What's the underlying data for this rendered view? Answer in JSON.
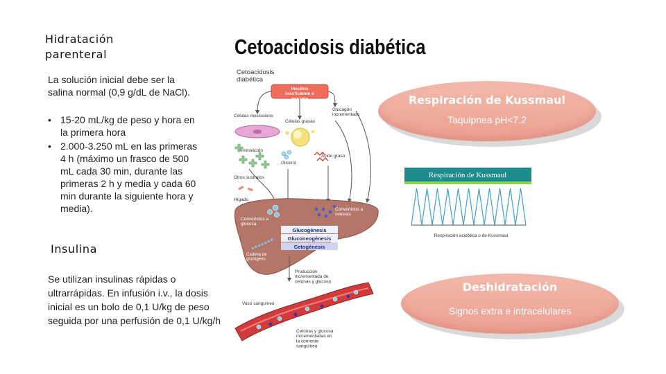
{
  "left": {
    "heading_hidratacion": "Hidratación parenteral",
    "solucion_inicial": "La solución inicial debe ser la salina normal (0,9 g/dL de NaCl).",
    "bullets": [
      "15-20 mL/kg de peso y hora en la primera hora",
      "2.000-3.250 mL en las primeras 4 h (máximo un frasco de  500 mL cada 30 min, durante las primeras 2 h y media y cada 60 min durante la siguiente hora y media)."
    ],
    "heading_insulina": "Insulina",
    "insulina_text": "Se utilizan insulinas rápidas o ultrarrápidas. En infusión i.v., la dosis inicial es un bolo de 0,1 U/kg de peso seguida por una perfusión de 0,1 U/kg/h"
  },
  "title": "Cetoacidosis diabética",
  "diagram": {
    "title": "Cetoacidosis diabética",
    "insulina_box": "Insulina insuficiente o ausente",
    "celulas_musculares": "Células musculares",
    "celulas_grasas": "Células grasas",
    "glucagon": "Glucagón incrementado",
    "aminoacido": "Aminoácido",
    "glicerol": "Glicerol",
    "acido_graso": "Ácido graso",
    "otros_sustratos": "Otros sustratos",
    "higado": "Hígado",
    "convertidos_glucosa": "Convertidos a glucosa",
    "convertidos_cetonas": "Convertidos a cetonas",
    "glucogenesis": "Glucogénesis",
    "gluconeogenesis": "Gluconeogénesis",
    "cetogenesis": "Cetogénesis",
    "cadena_glucogeno": "Cadena de glucógeno",
    "produccion": "Producción incrementada de cetonas y glucosa",
    "vaso": "Vaso sanguíneo",
    "cetonas_glucosa": "Cetonas y glucosa incrementadas en la corriente sanguínea"
  },
  "kussmaul_pill": {
    "title": "Respiración de Kussmaul",
    "subtitle": "Taquipnea pH<7.2"
  },
  "kussmaul_chart": {
    "banner": "Respiración de Kussmaul",
    "caption": "Respiración acidótica o de Kussmaul"
  },
  "deshidratacion_pill": {
    "title": "Deshidratación",
    "subtitle": "Signos extra e intracelulares"
  },
  "colors": {
    "pill": "#ee a595",
    "diagram_box": "#ef6b5b",
    "wave": "#3fa0d8",
    "banner": "#1e8c8c"
  }
}
